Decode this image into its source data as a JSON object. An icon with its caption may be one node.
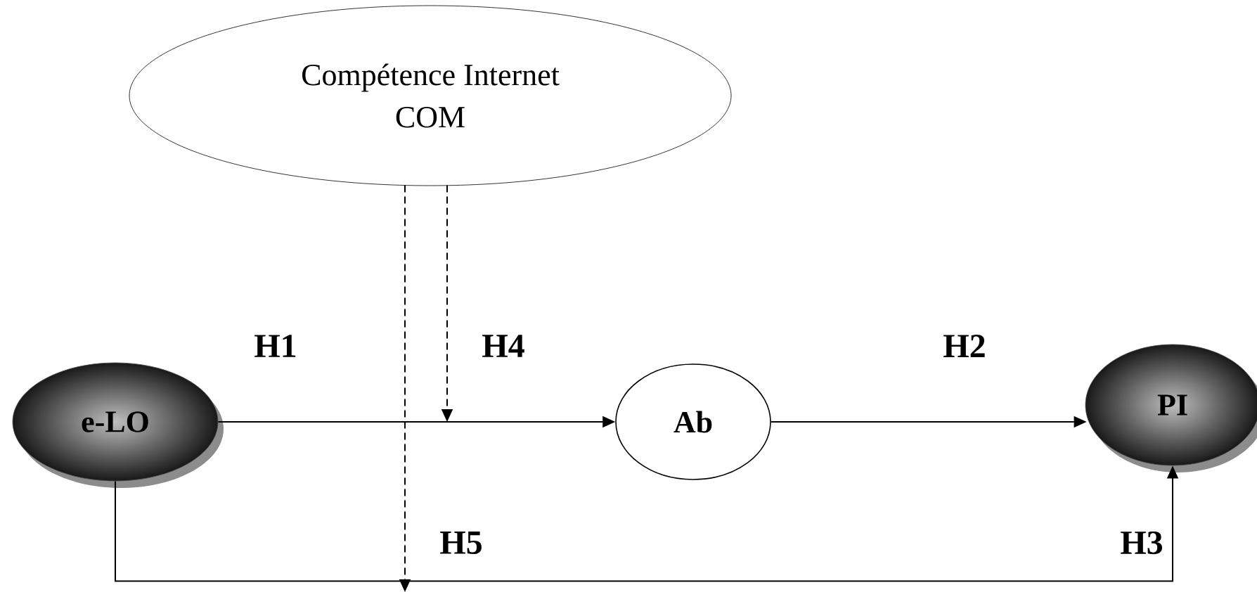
{
  "diagram": {
    "nodes": [
      {
        "text": [
          "Compétence Internet",
          "COM"
        ]
      },
      {
        "text": [
          "e-LO"
        ]
      },
      {
        "text": [
          "Ab"
        ]
      },
      {
        "text": [
          "PI"
        ]
      }
    ],
    "edges": [
      {
        "from": 1,
        "to": 2,
        "arrow": "to",
        "label": "H1"
      },
      {
        "from": 2,
        "to": 3,
        "arrow": "to",
        "label": "H2"
      },
      {
        "from": 1,
        "to": 3,
        "arrow": "to",
        "label": "H3"
      },
      {
        "from": 0,
        "to": null,
        "arrow": "to",
        "label": "H4",
        "style": "dashed"
      },
      {
        "from": 0,
        "to": null,
        "arrow": "to",
        "label": "H5",
        "style": "dashed"
      }
    ]
  }
}
